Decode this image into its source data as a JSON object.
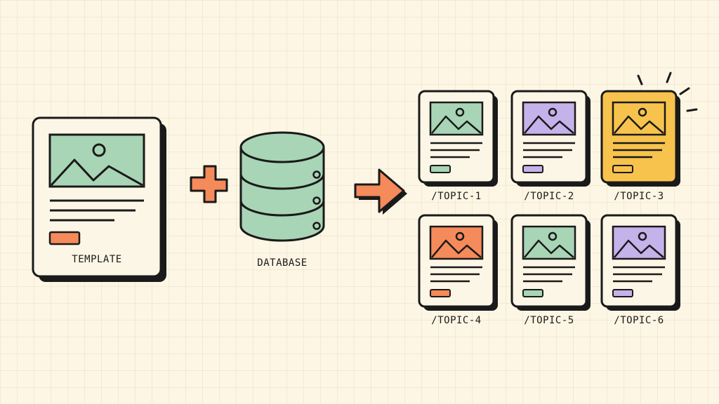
{
  "template": {
    "label": "TEMPLATE"
  },
  "database": {
    "label": "DATABASE"
  },
  "pages": [
    {
      "label": "/TOPIC-1",
      "bg": "#fcf6e6",
      "image": "#a8d5b5",
      "button": "#a8d5b5"
    },
    {
      "label": "/TOPIC-2",
      "bg": "#fcf6e6",
      "image": "#c4b2ea",
      "button": "#c4b2ea"
    },
    {
      "label": "/TOPIC-3",
      "bg": "#f7c34c",
      "image": "#f7c34c",
      "button": "#f7c34c",
      "highlighted": true
    },
    {
      "label": "/TOPIC-4",
      "bg": "#fcf6e6",
      "image": "#f58a5a",
      "button": "#f58a5a"
    },
    {
      "label": "/TOPIC-5",
      "bg": "#fcf6e6",
      "image": "#a8d5b5",
      "button": "#a8d5b5"
    },
    {
      "label": "/TOPIC-6",
      "bg": "#fcf6e6",
      "image": "#c4b2ea",
      "button": "#c4b2ea"
    }
  ],
  "colors": {
    "background": "#fdf6e4",
    "ink": "#1a1a1a",
    "green": "#a8d5b5",
    "orange": "#f58a5a"
  }
}
